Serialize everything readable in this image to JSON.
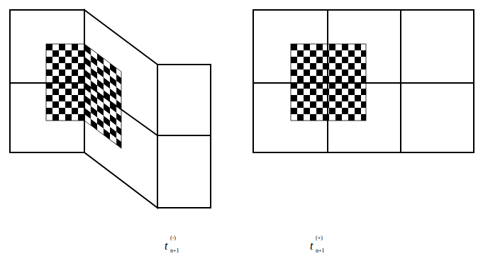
{
  "diagram": {
    "labels": [
      "t",
      "(-)",
      "n+1",
      "t",
      "(+)",
      "n+1"
    ]
  }
}
